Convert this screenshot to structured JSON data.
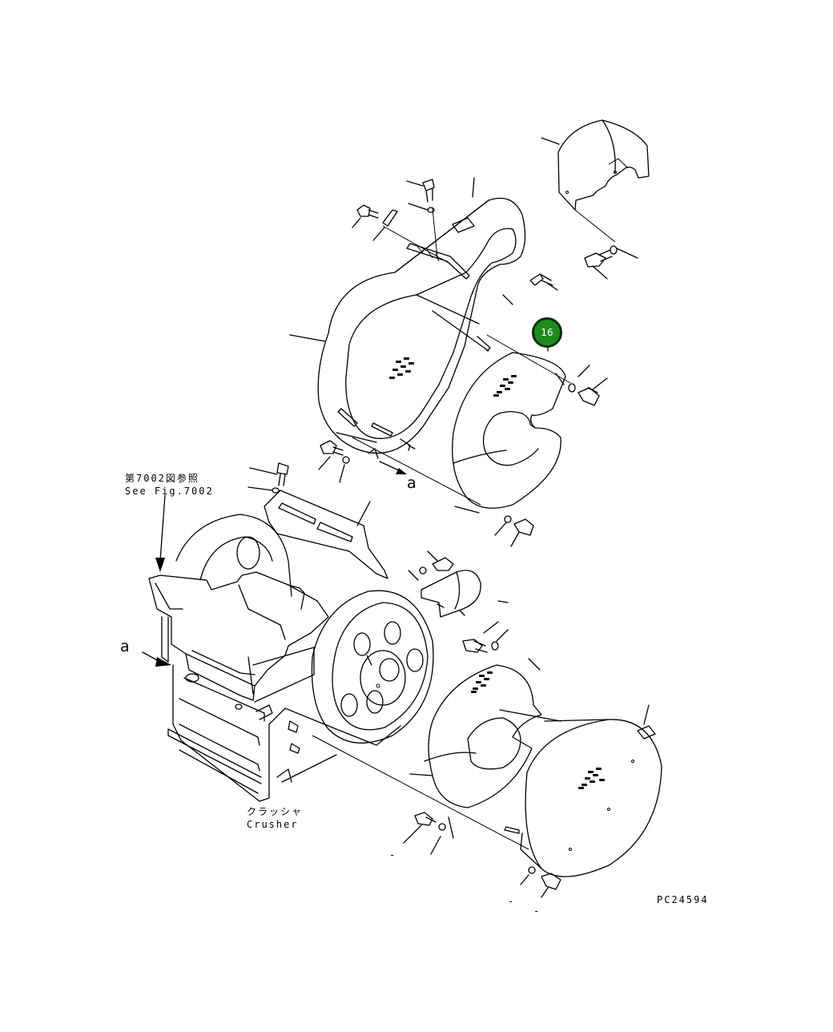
{
  "callout": {
    "number": "16",
    "color": "#1e8a1e",
    "border": "#0a2f0a"
  },
  "references": {
    "see_fig_jp": "第7002図参照",
    "see_fig_en": "See Fig.7002",
    "crusher_jp": "クラッシャ",
    "crusher_en": "Crusher"
  },
  "view_markers": {
    "upper": "a",
    "lower": "a"
  },
  "part_code": "PC24594",
  "dashes": [
    "-",
    "-",
    "-"
  ],
  "icons": [
    "callout-badge",
    "arrow-pointer"
  ]
}
